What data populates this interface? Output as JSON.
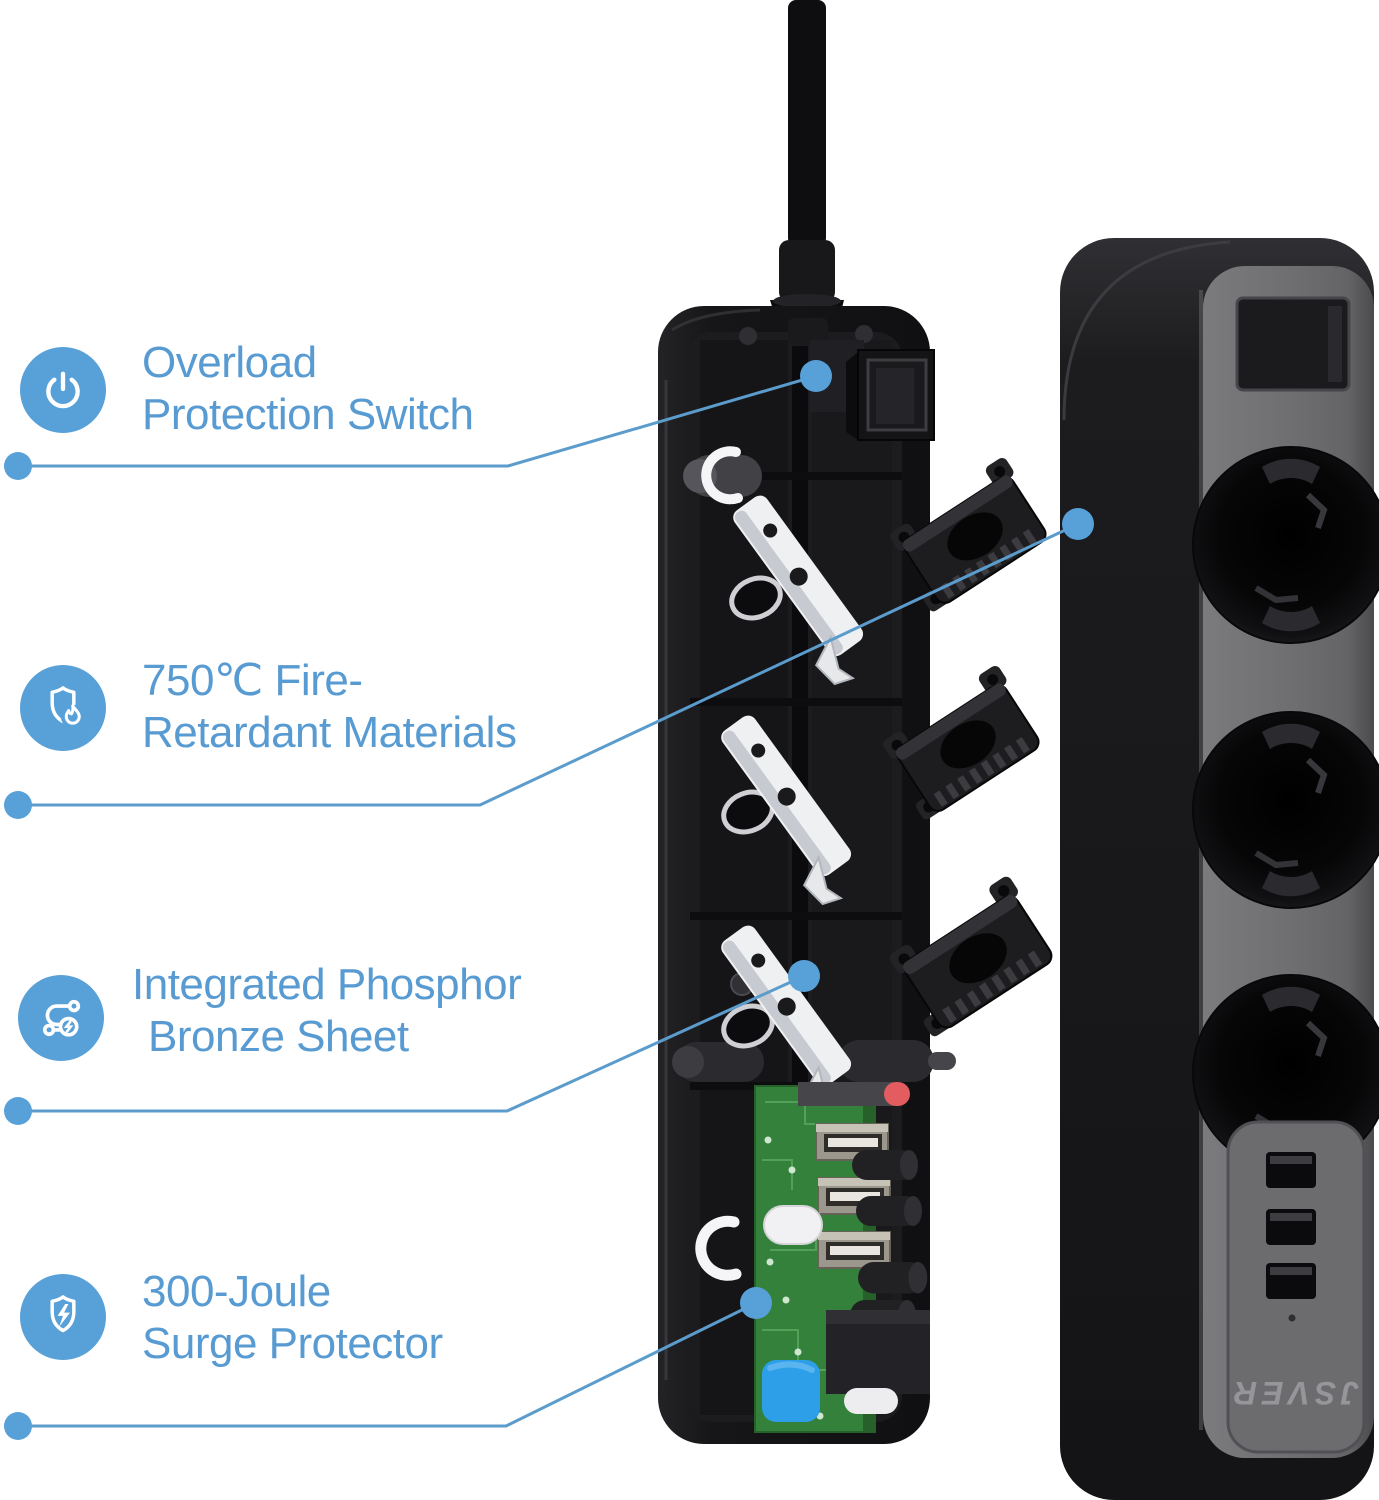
{
  "colors": {
    "accent_blue": "#58a0d8",
    "label_text_blue": "#589bd2",
    "callout_line_blue": "#5b9ccc",
    "pcb_green": "#33813a",
    "varistor_blue": "#2d9fe8",
    "capacitor_red": "#e25c60",
    "strip_front_gray": "#6f6f72",
    "strip_side_black": "#18181a"
  },
  "callouts": [
    {
      "icon": "power-icon",
      "line1": "Overload",
      "line2": "Protection Switch"
    },
    {
      "icon": "shield-flame-icon",
      "line1": "750℃ Fire-",
      "line2": "Retardant Materials"
    },
    {
      "icon": "circuit-trace-icon",
      "line1": "Integrated Phosphor",
      "line2": "Bronze Sheet"
    },
    {
      "icon": "shield-bolt-icon",
      "line1": "300-Joule",
      "line2": "Surge Protector"
    }
  ],
  "product": {
    "brand_logo": "JSVER",
    "socket_count": 3,
    "usb_port_count": 3
  }
}
